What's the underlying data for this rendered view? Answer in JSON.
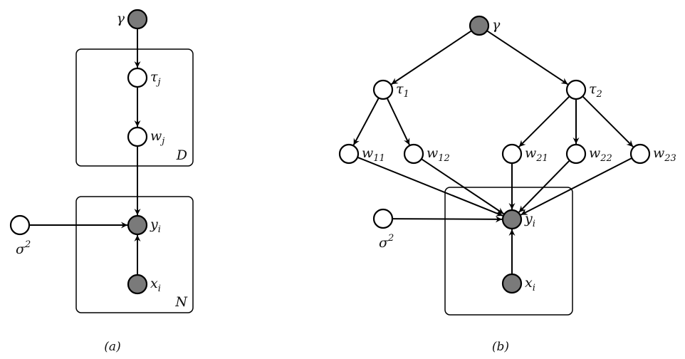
{
  "colors": {
    "observed_fill": "#7a7a7a",
    "latent_fill": "#ffffff",
    "stroke": "#000000"
  },
  "diagrams": [
    {
      "id": "a",
      "caption": "(a)",
      "nodes": [
        {
          "id": "gamma",
          "label": "γ",
          "sub": "",
          "sup": "",
          "observed": true
        },
        {
          "id": "tau_j",
          "label": "τ",
          "sub": "j",
          "sup": "",
          "observed": false
        },
        {
          "id": "w_j",
          "label": "w",
          "sub": "j",
          "sup": "",
          "observed": false
        },
        {
          "id": "y_i",
          "label": "y",
          "sub": "i",
          "sup": "",
          "observed": true
        },
        {
          "id": "x_i",
          "label": "x",
          "sub": "i",
          "sup": "",
          "observed": true
        },
        {
          "id": "sigma2",
          "label": "σ",
          "sub": "",
          "sup": "2",
          "observed": false
        }
      ],
      "edges": [
        [
          "gamma",
          "tau_j"
        ],
        [
          "tau_j",
          "w_j"
        ],
        [
          "w_j",
          "y_i"
        ],
        [
          "sigma2",
          "y_i"
        ],
        [
          "x_i",
          "y_i"
        ]
      ],
      "plates": [
        {
          "id": "D",
          "label": "D",
          "contains": [
            "tau_j",
            "w_j"
          ]
        },
        {
          "id": "N",
          "label": "N",
          "contains": [
            "y_i",
            "x_i"
          ]
        }
      ]
    },
    {
      "id": "b",
      "caption": "(b)",
      "nodes": [
        {
          "id": "gamma",
          "label": "γ",
          "sub": "",
          "sup": "",
          "observed": true
        },
        {
          "id": "tau_1",
          "label": "τ",
          "sub": "1",
          "sup": "",
          "observed": false
        },
        {
          "id": "tau_2",
          "label": "τ",
          "sub": "2",
          "sup": "",
          "observed": false
        },
        {
          "id": "w_11",
          "label": "w",
          "sub": "11",
          "sup": "",
          "observed": false
        },
        {
          "id": "w_12",
          "label": "w",
          "sub": "12",
          "sup": "",
          "observed": false
        },
        {
          "id": "w_21",
          "label": "w",
          "sub": "21",
          "sup": "",
          "observed": false
        },
        {
          "id": "w_22",
          "label": "w",
          "sub": "22",
          "sup": "",
          "observed": false
        },
        {
          "id": "w_23",
          "label": "w",
          "sub": "23",
          "sup": "",
          "observed": false
        },
        {
          "id": "y_i",
          "label": "y",
          "sub": "i",
          "sup": "",
          "observed": true
        },
        {
          "id": "x_i",
          "label": "x",
          "sub": "i",
          "sup": "",
          "observed": true
        },
        {
          "id": "sigma2",
          "label": "σ",
          "sub": "",
          "sup": "2",
          "observed": false
        }
      ],
      "edges": [
        [
          "gamma",
          "tau_1"
        ],
        [
          "gamma",
          "tau_2"
        ],
        [
          "tau_1",
          "w_11"
        ],
        [
          "tau_1",
          "w_12"
        ],
        [
          "tau_2",
          "w_21"
        ],
        [
          "tau_2",
          "w_22"
        ],
        [
          "tau_2",
          "w_23"
        ],
        [
          "w_11",
          "y_i"
        ],
        [
          "w_12",
          "y_i"
        ],
        [
          "w_21",
          "y_i"
        ],
        [
          "w_22",
          "y_i"
        ],
        [
          "w_23",
          "y_i"
        ],
        [
          "sigma2",
          "y_i"
        ],
        [
          "x_i",
          "y_i"
        ]
      ],
      "plates": [
        {
          "id": "N",
          "label": "",
          "contains": [
            "y_i",
            "x_i"
          ]
        }
      ]
    }
  ]
}
